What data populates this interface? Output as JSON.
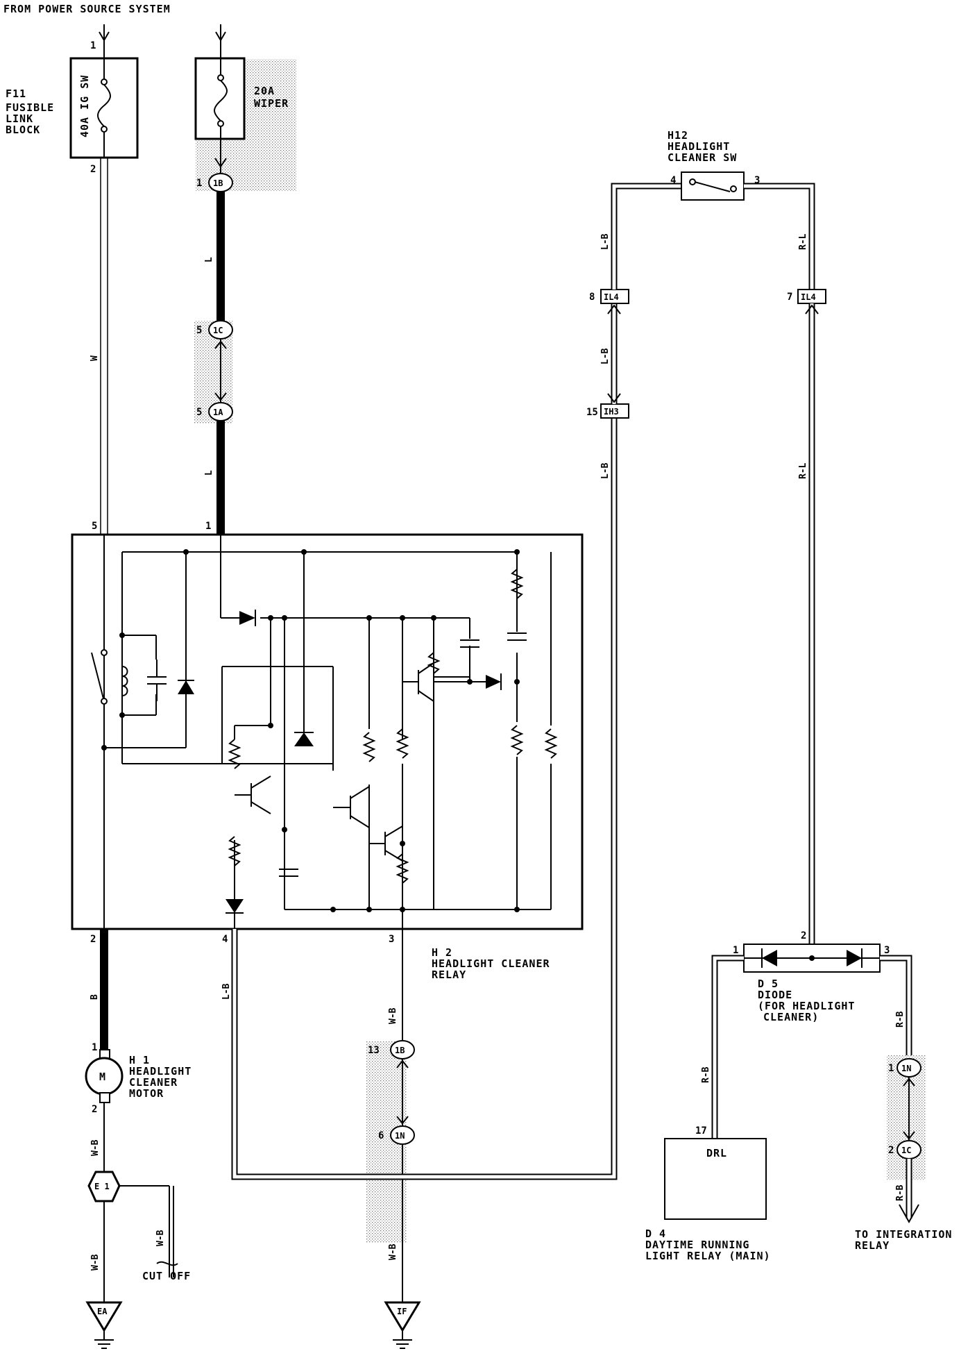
{
  "header": {
    "source": "FROM POWER SOURCE SYSTEM"
  },
  "components": {
    "f11": {
      "id": "F11",
      "name1": "FUSIBLE",
      "name2": "LINK",
      "name3": "BLOCK",
      "rating": "40A IG SW",
      "pin_top": "1",
      "pin_bottom": "2"
    },
    "wiper_fuse": {
      "rating": "20A",
      "name": "WIPER"
    },
    "h12": {
      "id": "H12",
      "name1": "HEADLIGHT",
      "name2": "CLEANER SW",
      "pin_left": "4",
      "pin_right": "3"
    },
    "h2": {
      "id": "H 2",
      "name1": "HEADLIGHT CLEANER",
      "name2": "RELAY",
      "pin1": "1",
      "pin2": "2",
      "pin3": "3",
      "pin4": "4",
      "pin5": "5"
    },
    "h1": {
      "id": "H 1",
      "name1": "HEADLIGHT",
      "name2": "CLEANER",
      "name3": "MOTOR",
      "symbol": "M",
      "pin_top": "1",
      "pin_bottom": "2"
    },
    "e1": {
      "label": "E 1"
    },
    "d5": {
      "id": "D 5",
      "name1": "DIODE",
      "name2": "(FOR HEADLIGHT",
      "name3": "CLEANER)",
      "pin1": "1",
      "pin2": "2",
      "pin3": "3"
    },
    "d4": {
      "id": "D 4",
      "name1": "DAYTIME RUNNING",
      "name2": "LIGHT RELAY (MAIN)",
      "inner": "DRL",
      "pin": "17"
    },
    "ground_ea": {
      "label": "EA"
    },
    "ground_if": {
      "label": "IF"
    }
  },
  "connectors": {
    "c1b_top": {
      "pin": "1",
      "name": "1B"
    },
    "c1c_left": {
      "pin": "5",
      "name": "1C"
    },
    "c1a": {
      "pin": "5",
      "name": "1A"
    },
    "c1b_mid": {
      "pin": "13",
      "name": "1B"
    },
    "c1n_mid": {
      "pin": "6",
      "name": "1N"
    },
    "il4_left": {
      "pin": "8",
      "name": "IL4"
    },
    "il4_right": {
      "pin": "7",
      "name": "IL4"
    },
    "ih3": {
      "pin": "15",
      "name": "IH3"
    },
    "c1n_right": {
      "pin": "1",
      "name": "1N"
    },
    "c1c_right": {
      "pin": "2",
      "name": "1C"
    }
  },
  "wire_colors": {
    "w": "W",
    "l_upper": "L",
    "l_lower": "L",
    "b": "B",
    "lb_relay": "L-B",
    "wb_relay": "W-B",
    "wb_relay_low": "W-B",
    "wb_motor": "W-B",
    "wb_ground": "W-B",
    "wb_cutoff": "W-B",
    "lb_sw": "L-B",
    "lb_mid": "L-B",
    "lb_low": "L-B",
    "rl_sw": "R-L",
    "rl_low": "R-L",
    "rb_d4": "R-B",
    "rb_right": "R-B",
    "rb_low": "R-B"
  },
  "notes": {
    "cut_off": "CUT OFF",
    "integration1": "TO INTEGRATION",
    "integration2": "RELAY"
  }
}
